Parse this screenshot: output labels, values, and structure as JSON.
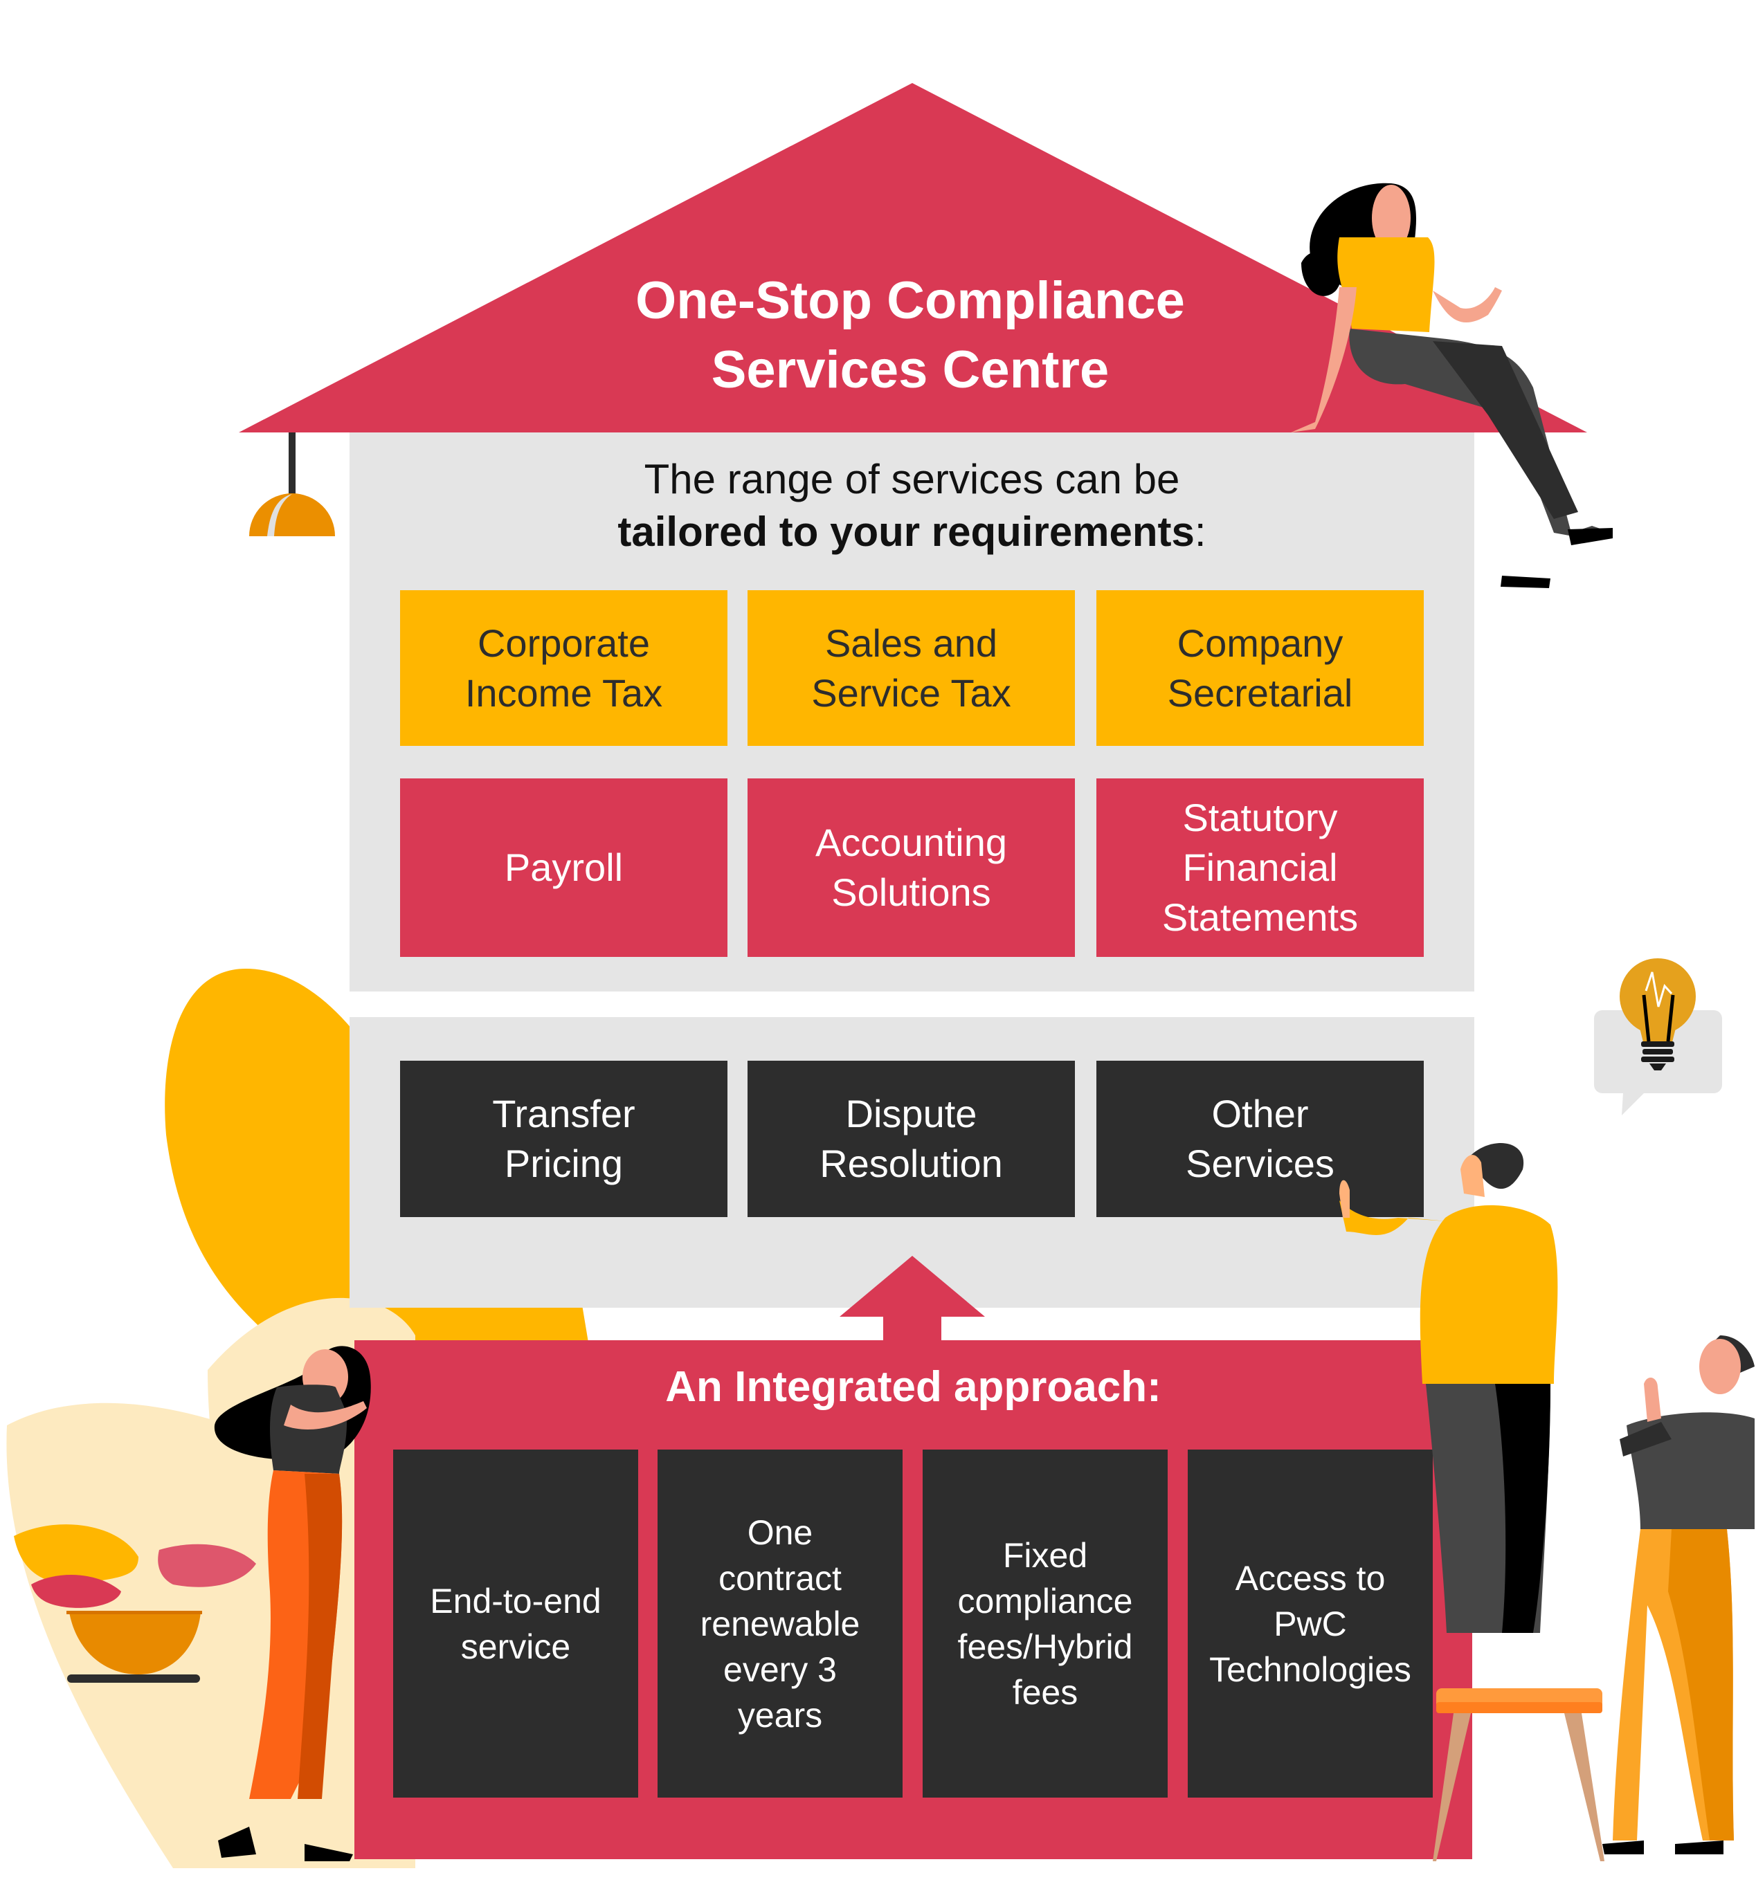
{
  "header": {
    "title_line1": "One-Stop Compliance",
    "title_line2": "Services Centre"
  },
  "intro": {
    "line1": "The range of services can be",
    "line2_bold": "tailored to your requirements",
    "line2_suffix": ":"
  },
  "services": {
    "core": [
      {
        "label": "Corporate\nIncome Tax",
        "color": "#ffb600"
      },
      {
        "label": "Sales and\nService Tax",
        "color": "#ffb600"
      },
      {
        "label": "Company\nSecretarial",
        "color": "#ffb600"
      },
      {
        "label": "Payroll",
        "color": "#d93954"
      },
      {
        "label": "Accounting\nSolutions",
        "color": "#d93954"
      },
      {
        "label": "Statutory\nFinancial\nStatements",
        "color": "#d93954"
      }
    ],
    "additional": [
      {
        "label": "Transfer\nPricing"
      },
      {
        "label": "Dispute\nResolution"
      },
      {
        "label": "Other\nServices"
      }
    ]
  },
  "integrated": {
    "title": "An Integrated approach:",
    "pillars": [
      {
        "label": "End-to-end\nservice"
      },
      {
        "label": "One\ncontract\nrenewable\nevery 3\nyears"
      },
      {
        "label": "Fixed\ncompliance\nfees/Hybrid\nfees"
      },
      {
        "label": "Access to\nPwC\nTechnologies"
      }
    ]
  },
  "colors": {
    "brand_red": "#d93954",
    "brand_yellow": "#ffb600",
    "dark": "#2d2d2d",
    "panel_grey": "#e5e5e5"
  },
  "icons": [
    "pendant-lamp-icon",
    "lightbulb-speech-bubble-icon",
    "up-arrow-icon",
    "potted-plant-icon"
  ]
}
